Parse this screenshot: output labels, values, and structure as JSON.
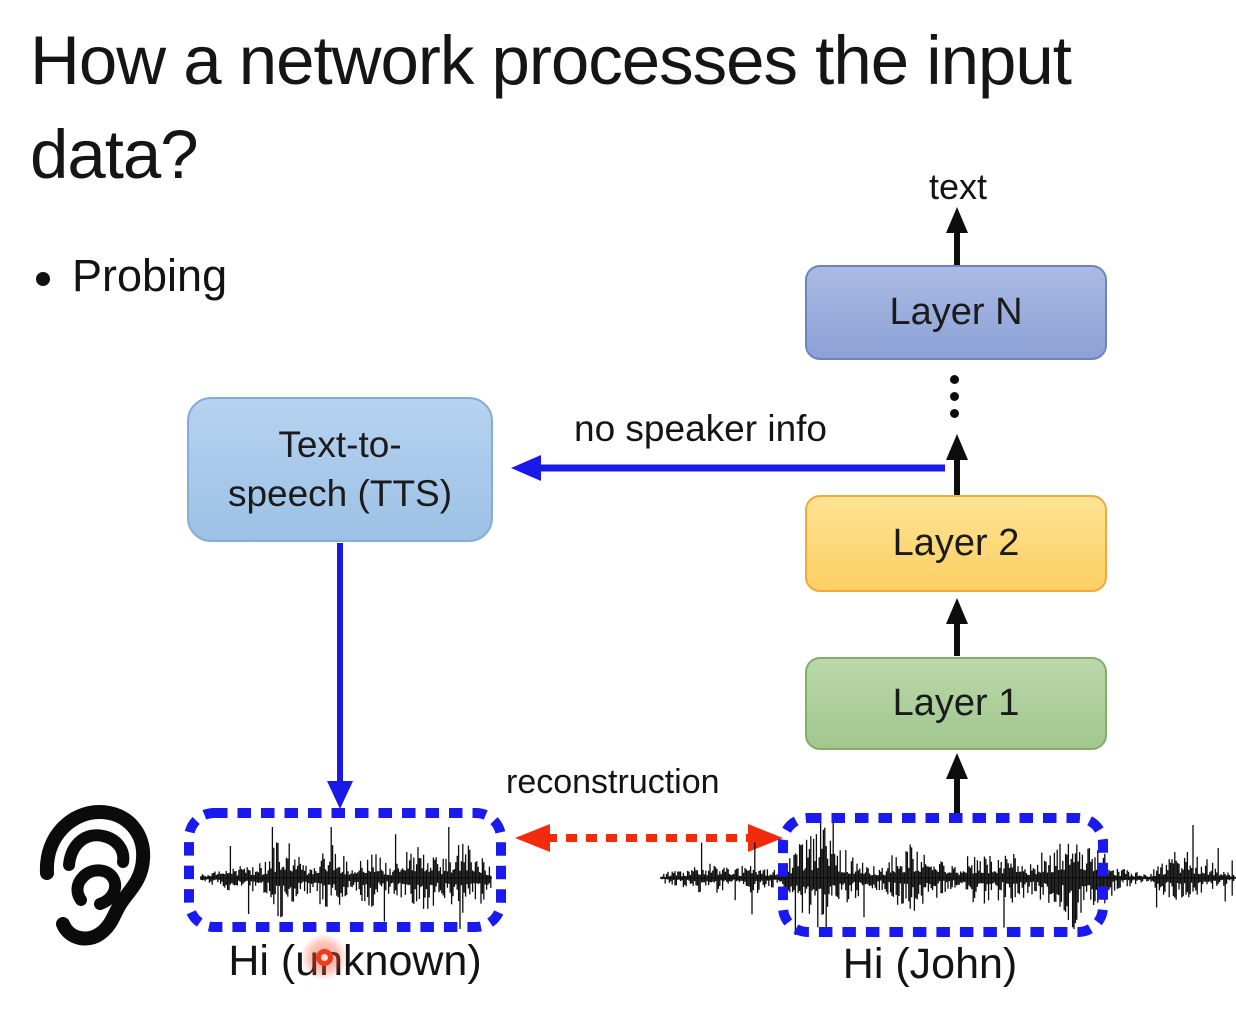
{
  "slide": {
    "title": "How a network processes the input data?",
    "bullet": "Probing"
  },
  "diagram": {
    "output_label": "text",
    "layers": [
      {
        "id": "layer-n",
        "label": "Layer N"
      },
      {
        "id": "layer-2",
        "label": "Layer 2"
      },
      {
        "id": "layer-1",
        "label": "Layer 1"
      }
    ],
    "tts_box": {
      "line1": "Text-to-",
      "line2": "speech (TTS)"
    },
    "no_speaker_info_label": "no speaker info",
    "reconstruction_label": "reconstruction",
    "left_waveform_caption": "Hi (unknown)",
    "right_waveform_caption": "Hi (John)",
    "colors": {
      "arrow_black": "#0d0d0d",
      "arrow_blue": "#1a1ae8",
      "dotted_box_blue": "#1a1aee",
      "accent_red": "#f22b0d",
      "layer_n_fill": "#9bacdd",
      "layer_2_fill": "#fdd977",
      "layer_1_fill": "#aecf9d",
      "tts_fill": "#a9c9ec"
    },
    "waveforms": {
      "left": {
        "seed": 11,
        "envelope": [
          0.08,
          0.12,
          0.2,
          0.28,
          0.24,
          0.34,
          0.3,
          0.52,
          0.85,
          0.72,
          0.42,
          0.3,
          0.62,
          0.78,
          0.52,
          0.3,
          0.52,
          0.62,
          0.45,
          0.3,
          0.55,
          0.72,
          0.82,
          0.6,
          0.4,
          0.52,
          0.72,
          0.62,
          0.5,
          0.18
        ]
      },
      "right": {
        "seed": 23,
        "envelope": [
          0.08,
          0.14,
          0.2,
          0.3,
          0.26,
          0.14,
          0.3,
          0.26,
          0.12,
          0.52,
          0.72,
          0.95,
          0.62,
          0.4,
          0.3,
          0.2,
          0.5,
          0.62,
          0.5,
          0.3,
          0.2,
          0.45,
          0.52,
          0.4,
          0.46,
          0.3,
          0.5,
          0.62,
          0.95,
          0.72,
          0.5,
          0.2,
          0.14,
          0.1,
          0.3,
          0.5,
          0.46,
          0.34,
          0.2,
          0.08
        ]
      }
    }
  }
}
